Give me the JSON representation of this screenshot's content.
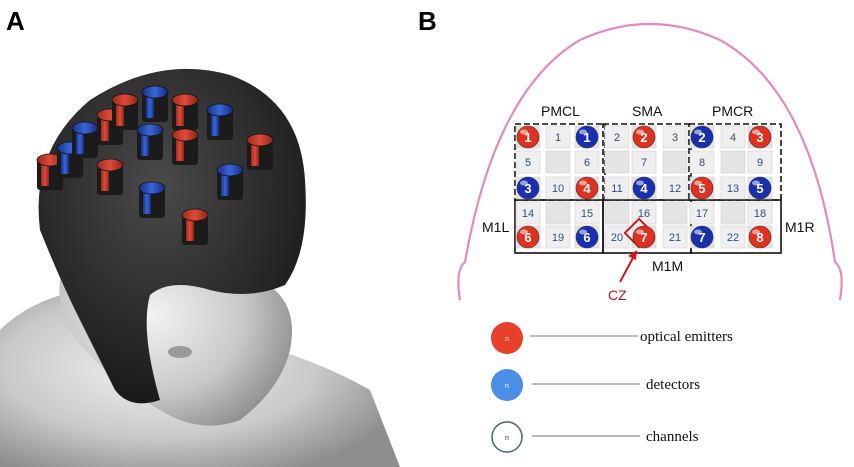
{
  "panel_a": {
    "label": "A"
  },
  "panel_b": {
    "label": "B",
    "regions": {
      "pmcl": "PMCL",
      "sma": "SMA",
      "pmcr": "PMCR",
      "m1l": "M1L",
      "m1m": "M1M",
      "m1r": "M1R"
    },
    "cz_label": "CZ",
    "sources": [
      {
        "n": "1"
      },
      {
        "n": "2"
      },
      {
        "n": "3"
      },
      {
        "n": "4"
      },
      {
        "n": "5"
      },
      {
        "n": "6"
      },
      {
        "n": "7"
      },
      {
        "n": "8"
      }
    ],
    "detectors": [
      {
        "n": "1"
      },
      {
        "n": "2"
      },
      {
        "n": "3"
      },
      {
        "n": "4"
      },
      {
        "n": "5"
      },
      {
        "n": "6"
      },
      {
        "n": "7"
      }
    ],
    "channels": [
      {
        "n": "1"
      },
      {
        "n": "2"
      },
      {
        "n": "3"
      },
      {
        "n": "4"
      },
      {
        "n": "5"
      },
      {
        "n": "6"
      },
      {
        "n": "7"
      },
      {
        "n": "8"
      },
      {
        "n": "9"
      },
      {
        "n": "10"
      },
      {
        "n": "11"
      },
      {
        "n": "12"
      },
      {
        "n": "13"
      },
      {
        "n": "14"
      },
      {
        "n": "15"
      },
      {
        "n": "16"
      },
      {
        "n": "17"
      },
      {
        "n": "18"
      },
      {
        "n": "19"
      },
      {
        "n": "20"
      },
      {
        "n": "21"
      },
      {
        "n": "22"
      }
    ],
    "legend": {
      "emitters": "optical emitters",
      "detectors": "detectors",
      "channels": "channels",
      "symbol_letter": "n"
    },
    "colors": {
      "emitter": "#e03020",
      "detector": "#1a2fb0",
      "head_outline": "#e48ac0",
      "cz_marker": "#d01818"
    }
  }
}
